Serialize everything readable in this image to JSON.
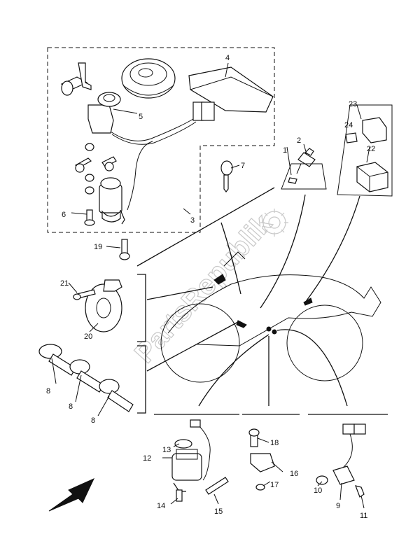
{
  "watermark": {
    "text": "PartsRepublik"
  },
  "callouts": [
    "1",
    "2",
    "3",
    "4",
    "5",
    "6",
    "7",
    "8",
    "9",
    "10",
    "11",
    "12",
    "13",
    "14",
    "15",
    "16",
    "17",
    "18",
    "19",
    "20",
    "21",
    "22",
    "23",
    "24"
  ],
  "callouts_extra": [
    "8",
    "8"
  ]
}
